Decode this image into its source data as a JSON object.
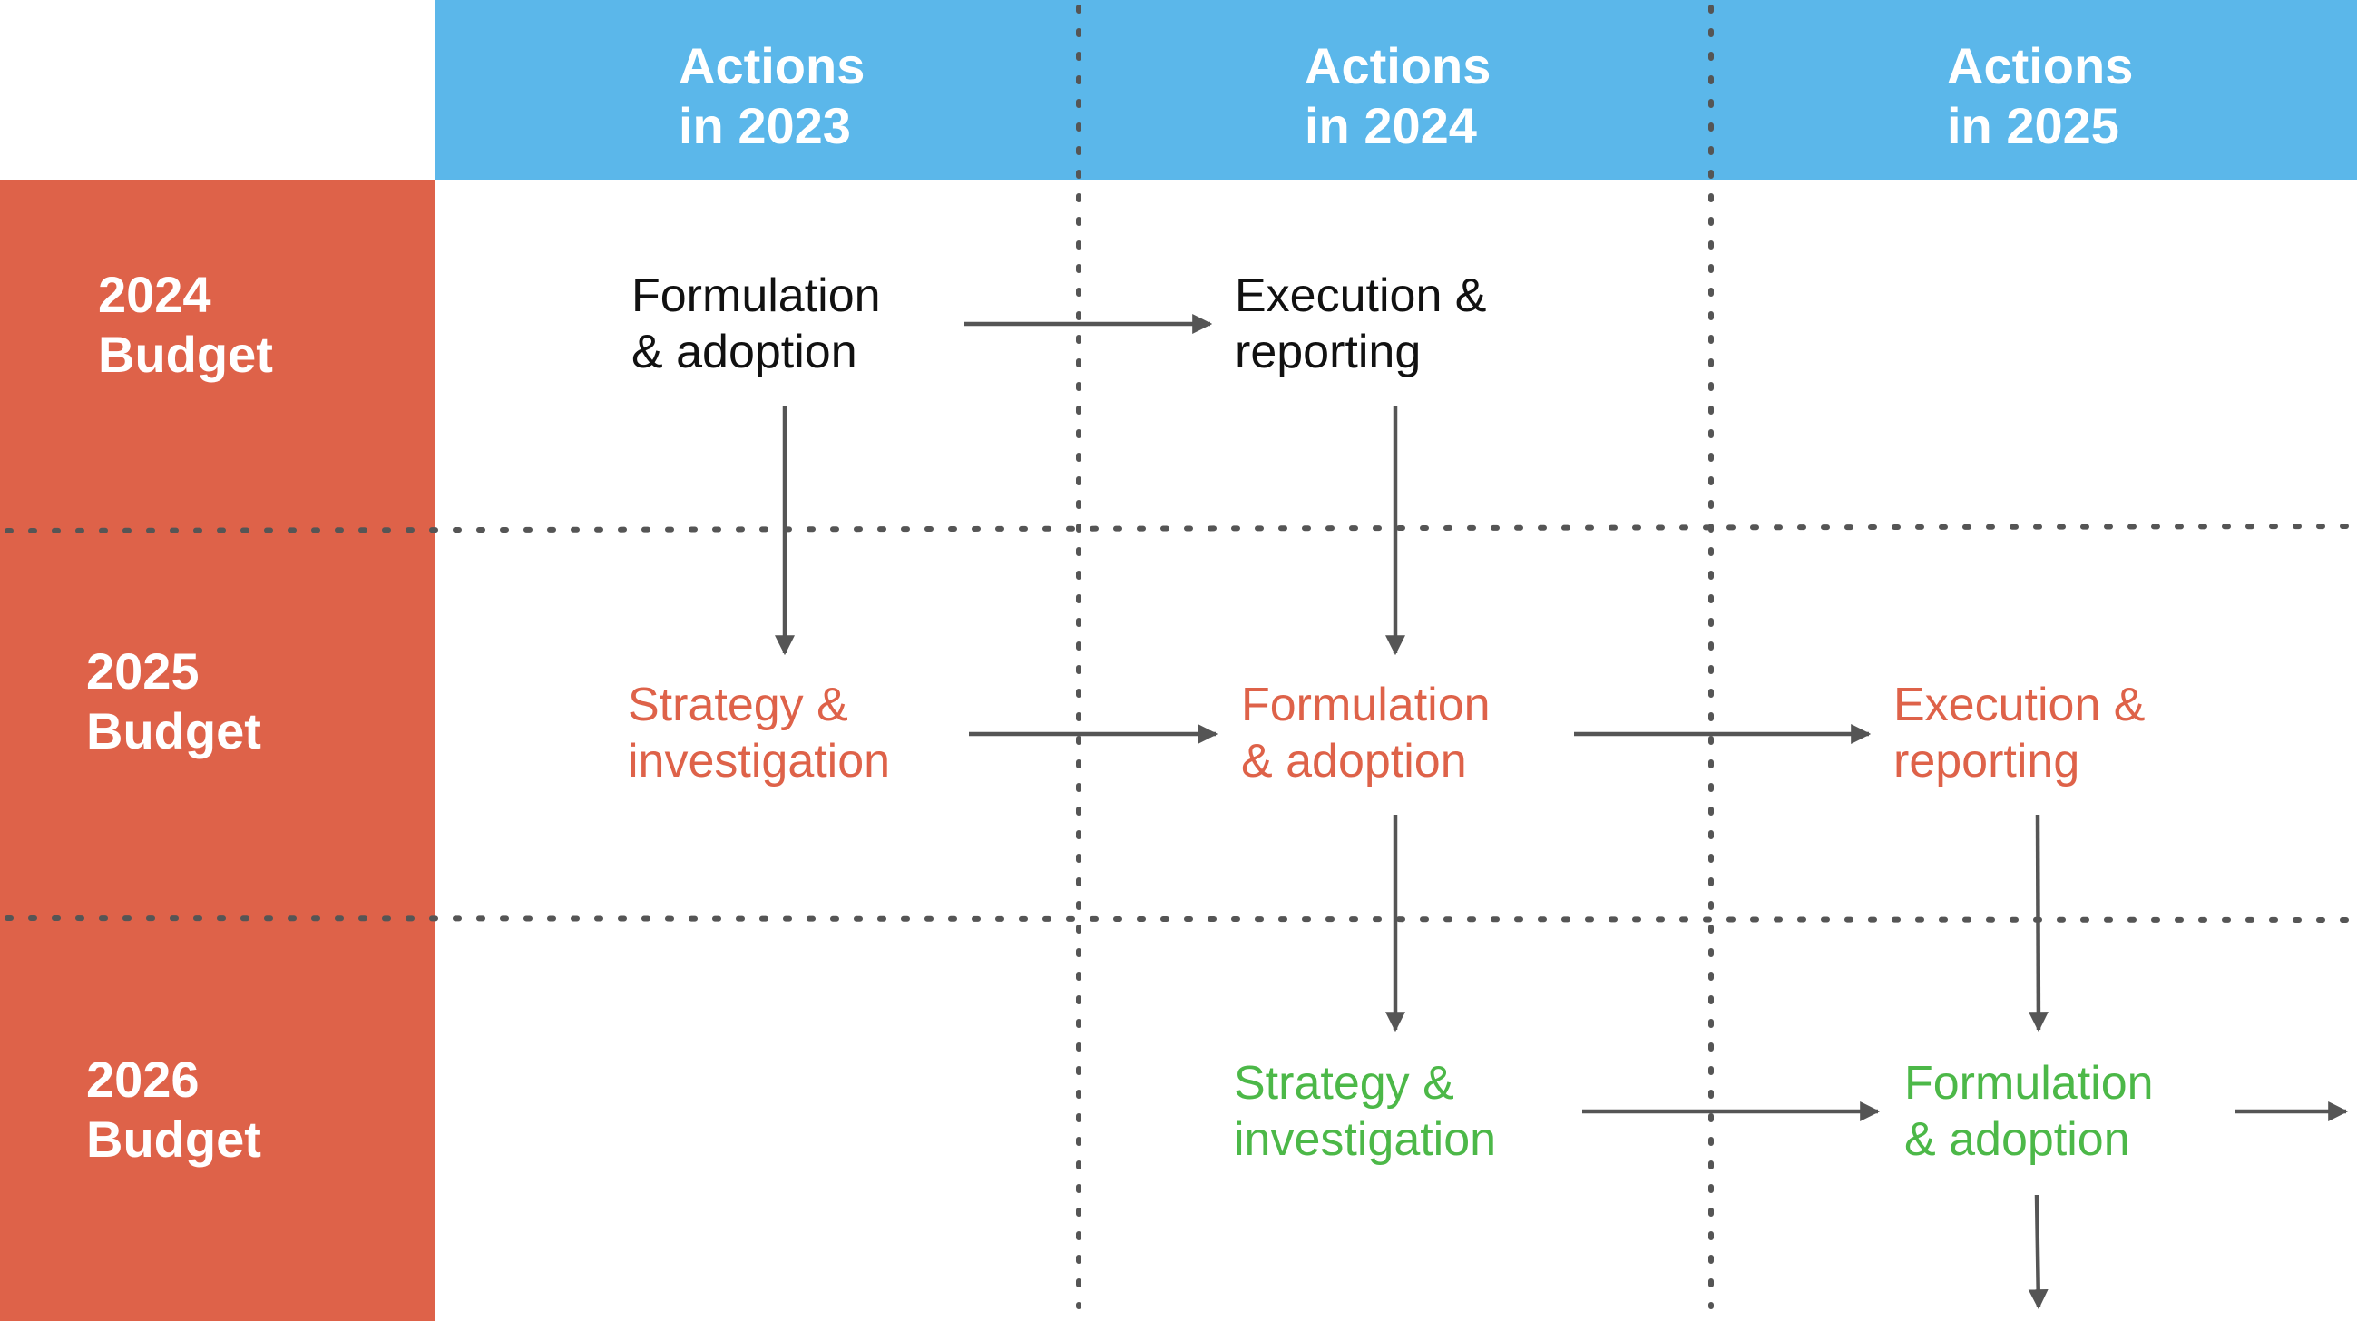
{
  "columns": [
    {
      "line1": "Actions",
      "line2": "in 2023"
    },
    {
      "line1": "Actions",
      "line2": "in 2024"
    },
    {
      "line1": "Actions",
      "line2": "in 2025"
    }
  ],
  "rows": [
    {
      "line1": "2024",
      "line2": "Budget"
    },
    {
      "line1": "2025",
      "line2": "Budget"
    },
    {
      "line1": "2026",
      "line2": "Budget"
    }
  ],
  "steps": {
    "b2024_formulation": {
      "line1": "Formulation",
      "line2": "& adoption"
    },
    "b2024_execution": {
      "line1": "Execution &",
      "line2": "reporting"
    },
    "b2025_strategy": {
      "line1": "Strategy &",
      "line2": "investigation"
    },
    "b2025_formulation": {
      "line1": "Formulation",
      "line2": "& adoption"
    },
    "b2025_execution": {
      "line1": "Execution &",
      "line2": "reporting"
    },
    "b2026_strategy": {
      "line1": "Strategy &",
      "line2": "investigation"
    },
    "b2026_formulation": {
      "line1": "Formulation",
      "line2": "& adoption"
    }
  },
  "colors": {
    "header": "#5bb7ea",
    "sidebar": "#de6249",
    "budget_2024": "#111111",
    "budget_2025": "#de6249",
    "budget_2026": "#4cb848",
    "connector": "#555555"
  }
}
